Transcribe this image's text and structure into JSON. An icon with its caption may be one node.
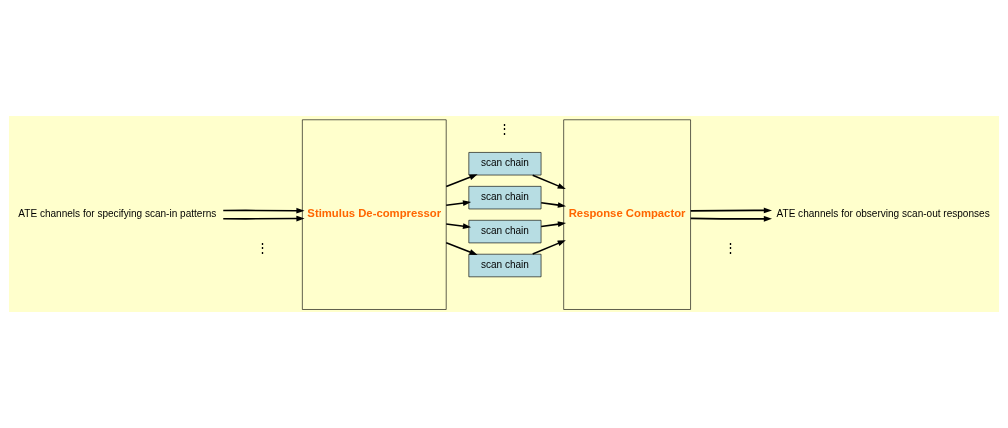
{
  "diagram": {
    "nodes": [
      {
        "text": [
          "ATE channels for specifying scan-in patterns"
        ]
      },
      {
        "text": [
          "Stimulus De-compressor"
        ]
      },
      {
        "text": [
          "scan chain"
        ]
      },
      {
        "text": [
          "scan chain"
        ]
      },
      {
        "text": [
          "scan chain"
        ]
      },
      {
        "text": [
          "scan chain"
        ]
      },
      {
        "text": [
          "Response Compactor"
        ]
      },
      {
        "text": [
          "ATE channels for observing scan-out responses"
        ]
      }
    ],
    "edges": [
      {
        "from": 0,
        "to": 1,
        "arrow": "to"
      },
      {
        "from": 0,
        "to": 1,
        "arrow": "to"
      },
      {
        "from": 1,
        "to": 2,
        "arrow": "to"
      },
      {
        "from": 1,
        "to": 3,
        "arrow": "to"
      },
      {
        "from": 1,
        "to": 4,
        "arrow": "to"
      },
      {
        "from": 1,
        "to": 5,
        "arrow": "to"
      },
      {
        "from": 2,
        "to": 6,
        "arrow": "to"
      },
      {
        "from": 3,
        "to": 6,
        "arrow": "to"
      },
      {
        "from": 4,
        "to": 6,
        "arrow": "to"
      },
      {
        "from": 5,
        "to": 6,
        "arrow": "to"
      },
      {
        "from": 6,
        "to": 7,
        "arrow": "to"
      },
      {
        "from": 6,
        "to": 7,
        "arrow": "to"
      }
    ],
    "labels": [
      "⋮",
      "⋮",
      "⋮"
    ]
  }
}
